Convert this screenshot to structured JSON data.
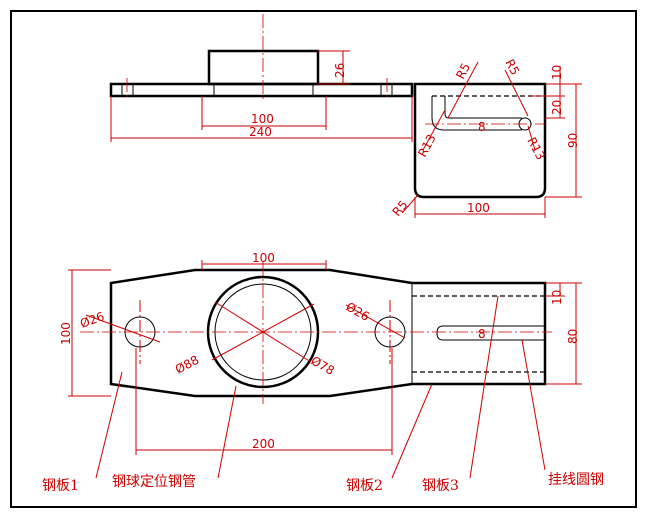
{
  "dimensions": {
    "top_height": "26",
    "top_width_inner": "100",
    "top_width_total": "240",
    "side_r5_a": "R5",
    "side_r5_b": "R5",
    "side_r13_a": "R13",
    "side_r13_b": "R13",
    "side_dia_8": "8",
    "side_10": "10",
    "side_20": "20",
    "side_90": "90",
    "side_width": "100",
    "side_r5_corner": "R5",
    "plan_top_100": "100",
    "plan_dia26_left": "Ø26",
    "plan_dia26_right": "Ø26",
    "plan_dia88": "Ø88",
    "plan_dia78": "Ø78",
    "plan_height_100": "100",
    "plan_10": "10",
    "plan_80": "80",
    "plan_dia8": "8",
    "plan_200": "200"
  },
  "labels": {
    "plate1": "钢板1",
    "ball_tube": "钢球定位钢管",
    "plate2": "钢板2",
    "plate3": "钢板3",
    "hang_rod": "挂线圆钢"
  },
  "colors": {
    "annotation": "#cc0000",
    "geometry": "#000000",
    "frame": "#000000"
  }
}
